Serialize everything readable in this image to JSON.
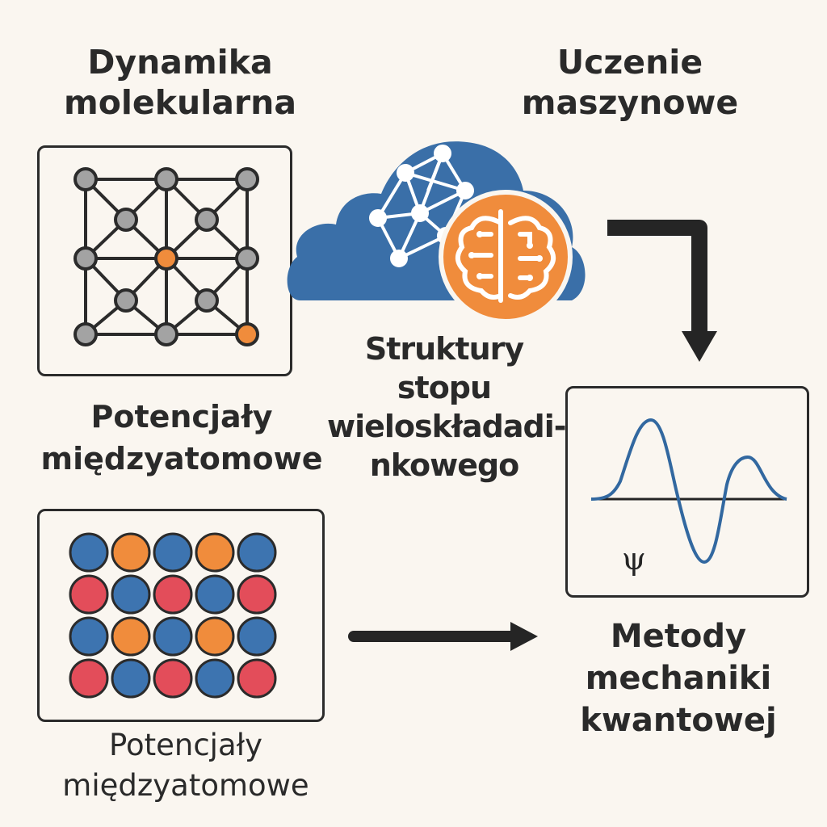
{
  "labels": {
    "molecular_dynamics": "Dynamika\nmolekularna",
    "machine_learning": "Uczenie\nmaszynowe",
    "alloy_structures": "Struktury\nstopu\nwieloskładadi-\nnkowego",
    "potentials_top": "Potencjały\nmiędzyatomowe",
    "potentials_bottom": "Potencjały\nmiędzyatomowe",
    "quantum_methods": "Metody\nmechaniki\nkwantowej",
    "psi_symbol": "ψ"
  },
  "colors": {
    "grey_atom": "#a3a3a3",
    "orange": "#f08c3c",
    "blue": "#3d74b0",
    "red": "#e34d5a",
    "cloud": "#3a6fa8",
    "dark": "#252525",
    "wave": "#3268a0"
  },
  "lattice_nodes": [
    {
      "id": "n0",
      "color": "grey"
    },
    {
      "id": "n1",
      "color": "grey"
    },
    {
      "id": "n2",
      "color": "grey"
    },
    {
      "id": "n3",
      "color": "grey"
    },
    {
      "id": "n4",
      "color": "grey"
    },
    {
      "id": "n5",
      "color": "grey"
    },
    {
      "id": "n6",
      "color": "orange"
    },
    {
      "id": "n7",
      "color": "grey"
    },
    {
      "id": "n8",
      "color": "grey"
    },
    {
      "id": "n9",
      "color": "grey"
    },
    {
      "id": "n10",
      "color": "grey"
    },
    {
      "id": "n11",
      "color": "grey"
    },
    {
      "id": "n12",
      "color": "orange"
    }
  ],
  "alloy_rows": [
    [
      "blue",
      "orange",
      "blue",
      "orange",
      "blue"
    ],
    [
      "red",
      "blue",
      "red",
      "blue",
      "red"
    ],
    [
      "blue",
      "orange",
      "blue",
      "orange",
      "blue"
    ],
    [
      "red",
      "blue",
      "red",
      "blue",
      "red"
    ]
  ]
}
